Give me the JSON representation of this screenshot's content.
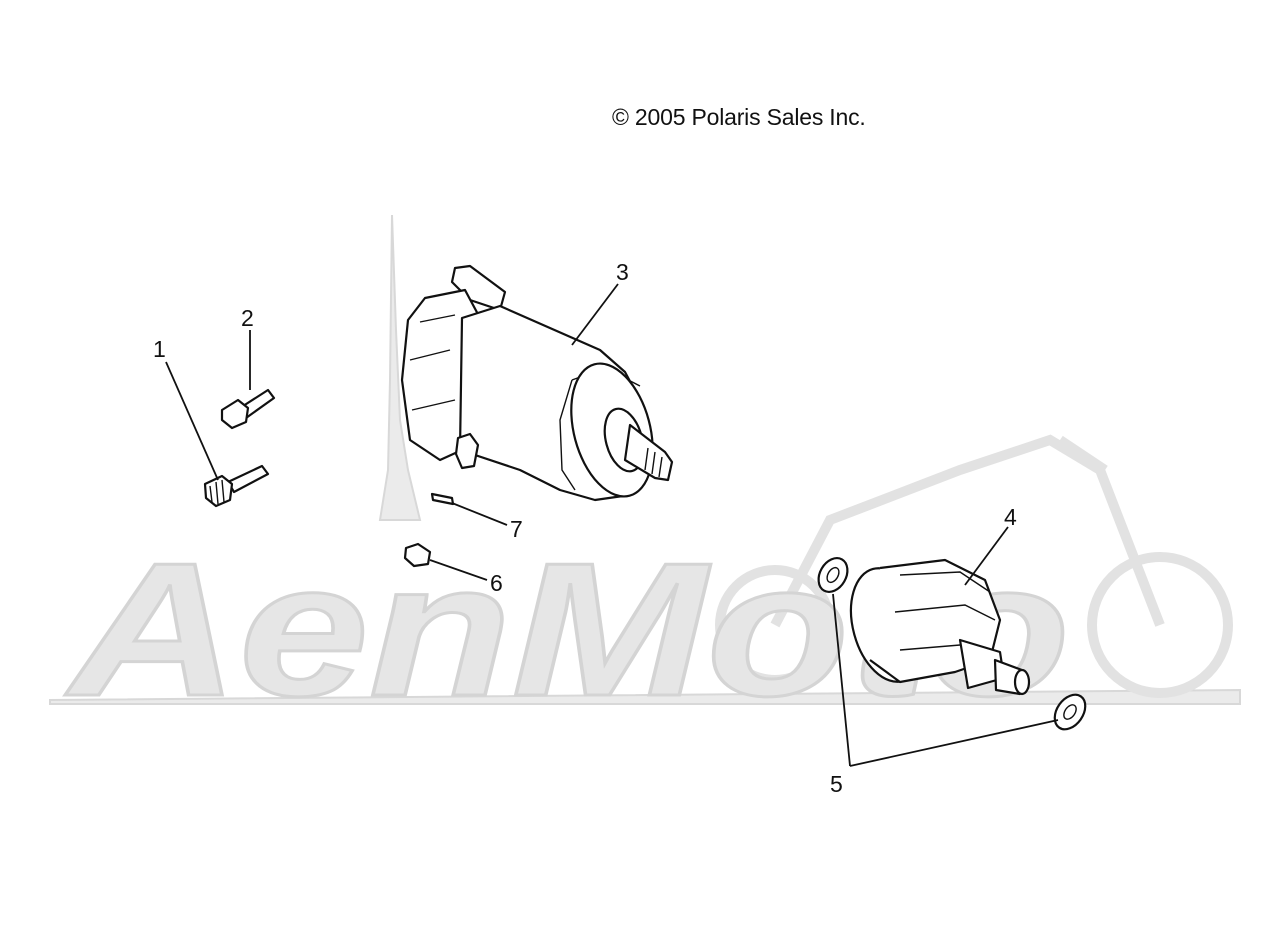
{
  "header": {
    "copyright": "© 2005 Polaris Sales Inc."
  },
  "watermark": {
    "text": "AenMoto"
  },
  "callouts": [
    "1",
    "2",
    "3",
    "4",
    "5",
    "6",
    "7"
  ],
  "colors": {
    "ink": "#111111",
    "watermark": "#e6e6e6",
    "background": "#ffffff"
  }
}
